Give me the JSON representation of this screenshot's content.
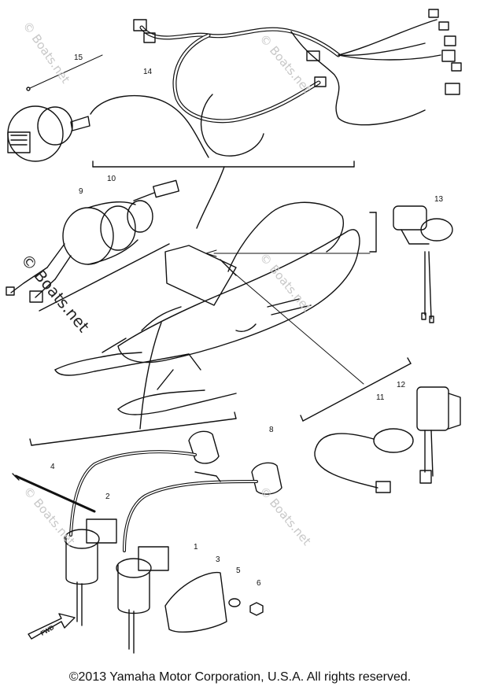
{
  "diagram": {
    "part_numbers": [
      "1",
      "2",
      "3",
      "4",
      "5",
      "6",
      "8",
      "9",
      "10",
      "11",
      "12",
      "13",
      "14",
      "15"
    ],
    "watermarks": [
      "© Boats.net"
    ],
    "front_label": "FWD",
    "copyright": "©2013 Yamaha Motor Corporation, U.S.A. All rights reserved."
  }
}
